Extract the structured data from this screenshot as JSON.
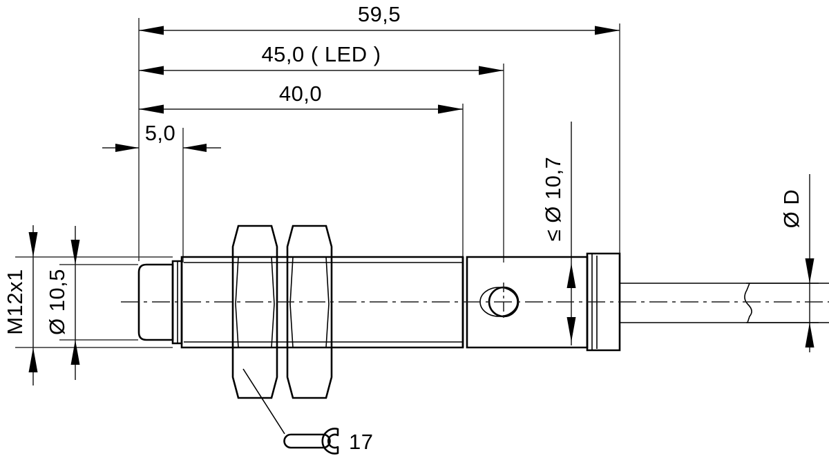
{
  "drawing": {
    "title": "M12 cylindrical inductive proximity sensor dimensional drawing",
    "units": "mm",
    "line_color": "#000000",
    "background_color": "#ffffff"
  },
  "dimensions": {
    "total_length": "59,5",
    "led_length": "45,0 ( LED )",
    "thread_length": "40,0",
    "tip_length": "5,0",
    "thread_spec": "M12x1",
    "tip_diameter": "Ø 10,5",
    "barrel_diameter": "≤ Ø 10,7",
    "cable_diameter": "Ø D"
  },
  "callouts": {
    "wrench_size": "17",
    "wrench_icon": "open-end-wrench-icon"
  },
  "features": {
    "led_indicator": "led-window",
    "hex_nut_1": "hex-nut-front",
    "hex_nut_2": "hex-nut-rear",
    "cable_break": "cable-break-symbol",
    "sensing_face": "sensing-face-tip"
  }
}
